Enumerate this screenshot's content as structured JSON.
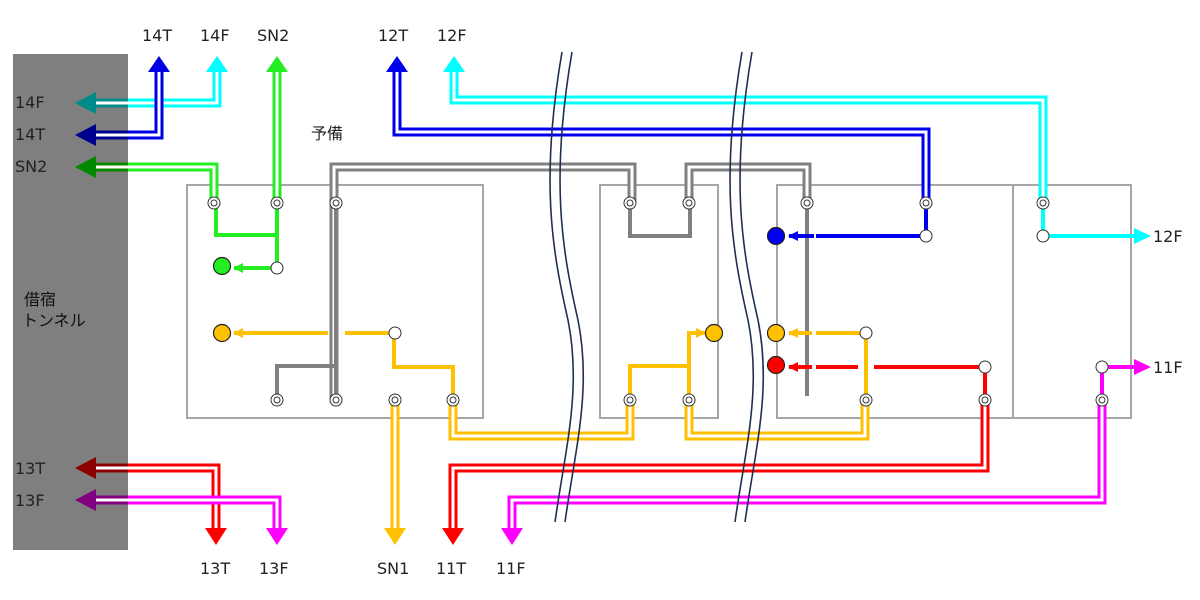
{
  "diagram": {
    "tunnel": {
      "line1": "借宿",
      "line2": "トンネル",
      "color": "#7f7f7f"
    },
    "spare_label": "予備",
    "labels": {
      "top_14T": "14T",
      "top_14F": "14F",
      "top_SN2": "SN2",
      "top_12T": "12T",
      "top_12F": "12F",
      "left_14F": "14F",
      "left_14T": "14T",
      "left_SN2": "SN2",
      "left_13T": "13T",
      "left_13F": "13F",
      "bottom_13T": "13T",
      "bottom_13F": "13F",
      "bottom_SN1": "SN1",
      "bottom_11T": "11T",
      "bottom_11F": "11F",
      "right_12F": "12F",
      "right_11F": "11F"
    },
    "colors": {
      "14T": "#0000e0",
      "14T_left": "#000090",
      "14F": "#00ffff",
      "14F_left": "#008b8b",
      "SN2": "#22ee22",
      "SN2_left": "#008800",
      "12T": "#0000ee",
      "12F": "#00ffff",
      "13T": "#ff0000",
      "13T_left": "#8b0000",
      "13F": "#ff00ff",
      "13F_left": "#800080",
      "SN1": "#ffc000",
      "11T": "#ff0000",
      "11F": "#ff00ff",
      "spare": "#808080",
      "frame": "#a6a6a6",
      "break": "#1f3050"
    }
  }
}
